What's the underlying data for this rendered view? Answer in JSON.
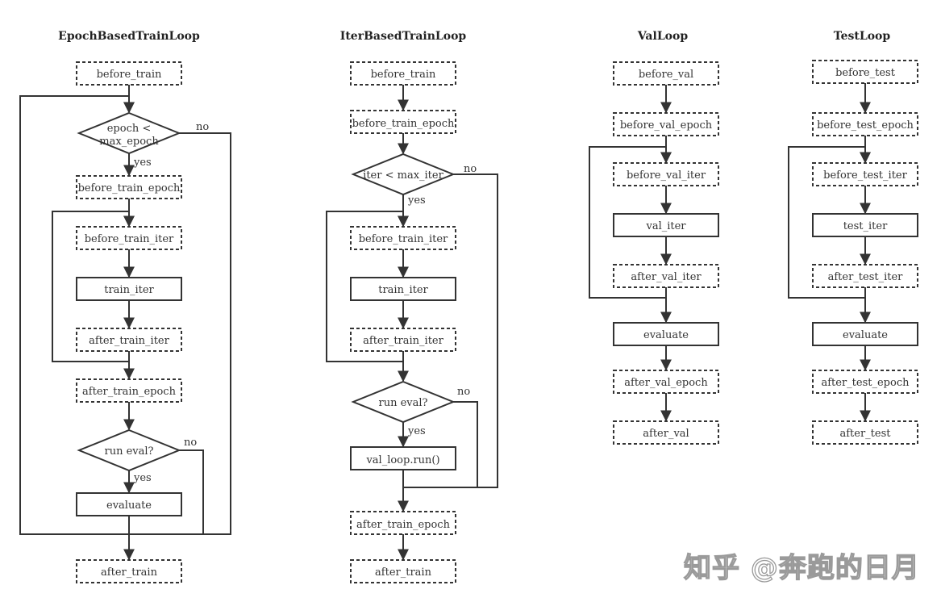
{
  "columns": {
    "epoch": {
      "title": "EpochBasedTrainLoop",
      "before_train": "before_train",
      "cond_line1": "epoch <",
      "cond_line2": "max_epoch",
      "yes1": "yes",
      "no1": "no",
      "before_train_epoch": "before_train_epoch",
      "before_train_iter": "before_train_iter",
      "train_iter": "train_iter",
      "after_train_iter": "after_train_iter",
      "after_train_epoch": "after_train_epoch",
      "run_eval": "run eval?",
      "yes2": "yes",
      "no2": "no",
      "evaluate": "evaluate",
      "after_train": "after_train"
    },
    "iter": {
      "title": "IterBasedTrainLoop",
      "before_train": "before_train",
      "before_train_epoch": "before_train_epoch",
      "cond": "iter < max_iter",
      "yes1": "yes",
      "no1": "no",
      "before_train_iter": "before_train_iter",
      "train_iter": "train_iter",
      "after_train_iter": "after_train_iter",
      "run_eval": "run eval?",
      "yes2": "yes",
      "no2": "no",
      "val_loop_run": "val_loop.run()",
      "after_train_epoch": "after_train_epoch",
      "after_train": "after_train"
    },
    "val": {
      "title": "ValLoop",
      "before_val": "before_val",
      "before_val_epoch": "before_val_epoch",
      "before_val_iter": "before_val_iter",
      "val_iter": "val_iter",
      "after_val_iter": "after_val_iter",
      "evaluate": "evaluate",
      "after_val_epoch": "after_val_epoch",
      "after_val": "after_val"
    },
    "test": {
      "title": "TestLoop",
      "before_test": "before_test",
      "before_test_epoch": "before_test_epoch",
      "before_test_iter": "before_test_iter",
      "test_iter": "test_iter",
      "after_test_iter": "after_test_iter",
      "evaluate": "evaluate",
      "after_test_epoch": "after_test_epoch",
      "after_test": "after_test"
    }
  },
  "watermark": "知乎 @奔跑的日月",
  "colors": {
    "stroke": "#333333",
    "text": "#333333"
  }
}
